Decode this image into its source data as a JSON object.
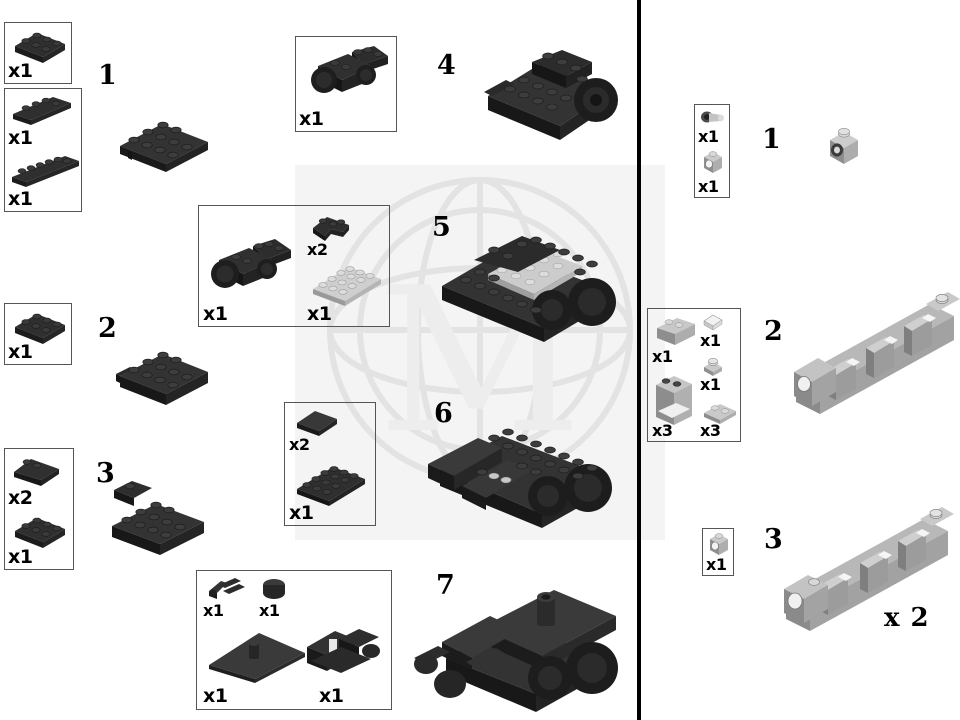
{
  "document": {
    "kind": "lego-building-instructions",
    "page_background": "#ffffff",
    "divider_color": "#000000",
    "ink_dark": "#2b2b2b",
    "ink_light": "#bcbcbc",
    "watermark_text": "M"
  },
  "left_panel": {
    "steps": [
      {
        "number": "1",
        "parts_boxes": [
          {
            "parts": [
              {
                "qty": "x1",
                "name": "plate-2x4-black"
              }
            ]
          },
          {
            "parts": [
              {
                "qty": "x1",
                "name": "plate-1x4-black"
              },
              {
                "qty": "x1",
                "name": "plate-1x6-black"
              }
            ]
          }
        ]
      },
      {
        "number": "2",
        "parts_boxes": [
          {
            "parts": [
              {
                "qty": "x1",
                "name": "plate-2x4-black"
              }
            ]
          }
        ]
      },
      {
        "number": "3",
        "parts_boxes": [
          {
            "parts": [
              {
                "qty": "x2",
                "name": "slope-plate-black"
              },
              {
                "qty": "x1",
                "name": "plate-2x4-black"
              }
            ]
          }
        ]
      },
      {
        "number": "4",
        "parts_boxes": [
          {
            "parts": [
              {
                "qty": "x1",
                "name": "wheel-arch-assembly-black"
              }
            ]
          }
        ]
      },
      {
        "number": "5",
        "parts_boxes": [
          {
            "parts": [
              {
                "qty": "x1",
                "name": "wheel-arch-assembly-black"
              },
              {
                "qty": "x2",
                "name": "plate-2x2-corner-black"
              },
              {
                "qty": "x1",
                "name": "plate-2x6-light-gray"
              }
            ]
          }
        ]
      },
      {
        "number": "6",
        "parts_boxes": [
          {
            "parts": [
              {
                "qty": "x2",
                "name": "tile-2x2-black"
              },
              {
                "qty": "x1",
                "name": "plate-2x6-black"
              }
            ]
          }
        ]
      },
      {
        "number": "7",
        "parts_boxes": [
          {
            "parts": [
              {
                "qty": "x1",
                "name": "clip-fork-black"
              },
              {
                "qty": "x1",
                "name": "cylinder-black"
              },
              {
                "qty": "x1",
                "name": "baseplate-with-pin-black"
              },
              {
                "qty": "x1",
                "name": "coupling-bracket-black"
              }
            ]
          }
        ]
      }
    ]
  },
  "right_panel": {
    "steps": [
      {
        "number": "1",
        "multiplier": "",
        "parts_boxes": [
          {
            "parts": [
              {
                "qty": "x1",
                "name": "pin-connector-gray"
              },
              {
                "qty": "x1",
                "name": "brick-1x1-with-hole-gray"
              }
            ]
          }
        ]
      },
      {
        "number": "2",
        "multiplier": "",
        "parts_boxes": [
          {
            "parts": [
              {
                "qty": "x1",
                "name": "brick-1x3-gray"
              },
              {
                "qty": "x1",
                "name": "tile-1x1-white"
              },
              {
                "qty": "x1",
                "name": "plate-1x1-round-gray"
              },
              {
                "qty": "x3",
                "name": "panel-1x2x2-gray"
              },
              {
                "qty": "x3",
                "name": "plate-1x2-gray"
              }
            ]
          }
        ]
      },
      {
        "number": "3",
        "multiplier": "x 2",
        "parts_boxes": [
          {
            "parts": [
              {
                "qty": "x1",
                "name": "brick-1x1-with-hole-gray"
              }
            ]
          }
        ]
      }
    ]
  }
}
